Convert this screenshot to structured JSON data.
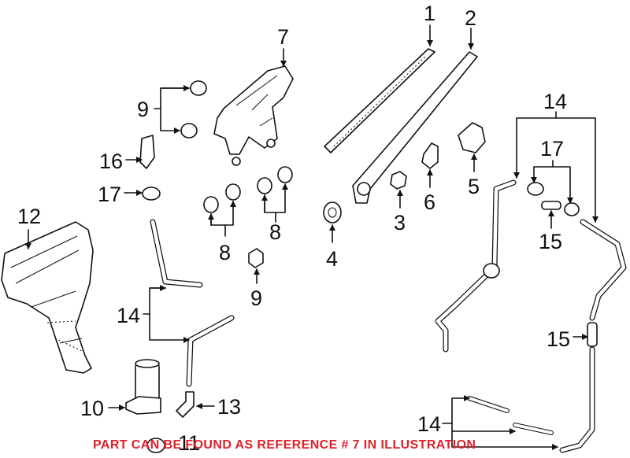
{
  "callouts": {
    "c1": "1",
    "c2": "2",
    "c3": "3",
    "c4": "4",
    "c5": "5",
    "c6": "6",
    "c7": "7",
    "c8a": "8",
    "c8b": "8",
    "c9a": "9",
    "c9b": "9",
    "c10": "10",
    "c11": "11",
    "c12": "12",
    "c13": "13",
    "c14a": "14",
    "c14b": "14",
    "c14c": "14",
    "c15a": "15",
    "c15b": "15",
    "c16": "16",
    "c17a": "17",
    "c17b": "17"
  },
  "note": "PART CAN BE FOUND AS REFERENCE # 7 IN ILLUSTRATION",
  "colors": {
    "note": "#e0202a",
    "lines": "#111111"
  }
}
